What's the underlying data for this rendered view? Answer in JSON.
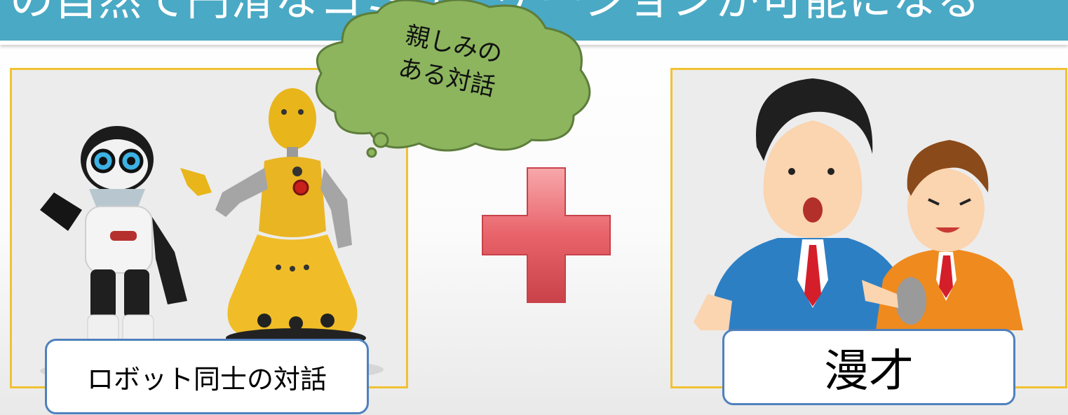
{
  "header": {
    "text": "の自然で円滑なコミュニケーションが可能になる"
  },
  "speech_bubble": {
    "line1": "親しみの",
    "line2": "ある対話"
  },
  "left_panel": {
    "label": "ロボット同士の対話"
  },
  "right_panel": {
    "label": "漫才"
  },
  "colors": {
    "header": "#4aa9c4",
    "panel_border": "#f1c232",
    "label_border": "#4f81bd",
    "plus": "#e8636a",
    "cloud": "#8cb55e"
  },
  "icons": [
    "robot-illustration",
    "plus-icon",
    "speech-cloud",
    "comedians-illustration"
  ]
}
